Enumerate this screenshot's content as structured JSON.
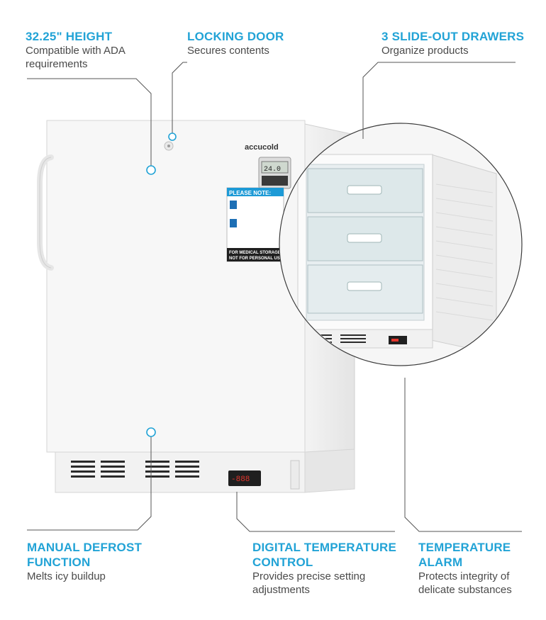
{
  "features": {
    "height": {
      "title": "32.25\" HEIGHT",
      "desc1": "Compatible with ADA",
      "desc2": "requirements"
    },
    "locking_door": {
      "title": "LOCKING DOOR",
      "desc1": "Secures contents"
    },
    "drawers": {
      "title": "3 SLIDE-OUT DRAWERS",
      "desc1": "Organize products"
    },
    "defrost": {
      "title1": "MANUAL DEFROST",
      "title2": "FUNCTION",
      "desc1": "Melts icy buildup"
    },
    "digital_control": {
      "title1": "DIGITAL TEMPERATURE",
      "title2": "CONTROL",
      "desc1": "Provides precise setting",
      "desc2": "adjustments"
    },
    "alarm": {
      "title1": "TEMPERATURE",
      "title2": "ALARM",
      "desc1": "Protects integrity of",
      "desc2": "delicate substances"
    }
  },
  "product": {
    "brand": "accucold",
    "notice_title": "PLEASE NOTE:",
    "notice_line1": "FOR MEDICAL STORAGE",
    "notice_line2": "NOT FOR PERSONAL USE",
    "display_reading": "-888",
    "alarm_reading": "24.0"
  },
  "colors": {
    "accent": "#22a3d6",
    "text": "#4a4a4a",
    "line": "#555555"
  }
}
